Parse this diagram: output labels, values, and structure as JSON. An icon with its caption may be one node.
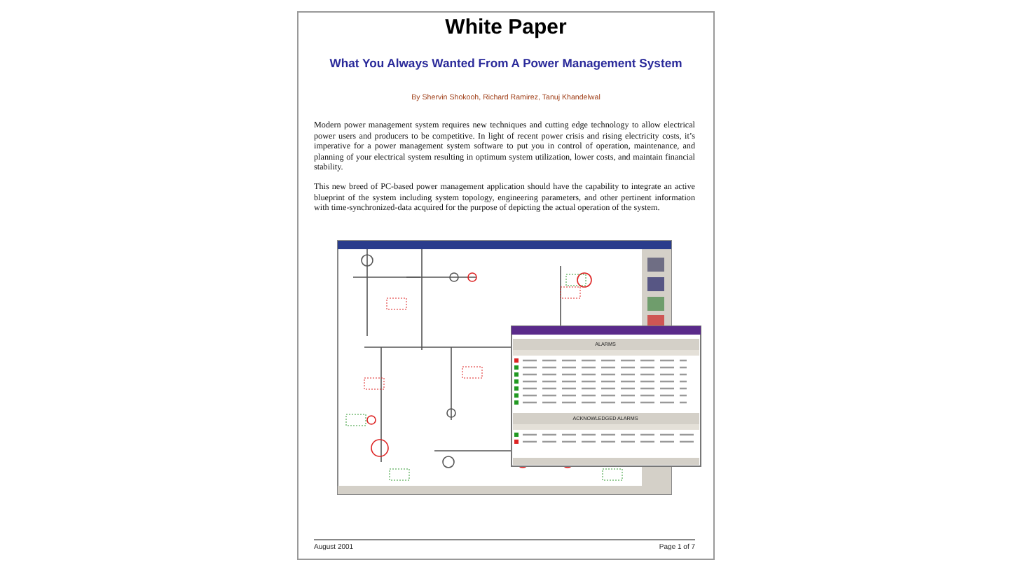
{
  "diagram": {
    "title": "White Paper",
    "labels": [
      "What You Always Wanted From A Power Management System",
      "By Shervin Shokooh, Richard Ramirez, Tanuj Khandelwal",
      "Modern power management system requires new techniques and cutting edge technology to allow electrical power users and producers to be competitive. In light of recent power crisis and rising electricity costs, it’s imperative for a power management system software to put you in control of operation, maintenance, and planning of your electrical system resulting in optimum system utilization, lower costs, and maintain financial stability.",
      "This new breed of PC-based power management application should have the capability to integrate an active blueprint of the system including system topology, engineering parameters, and other pertinent information with time-synchronized-data acquired for the purpose of depicting the actual operation of the system.",
      "ALARMS",
      "ACKNOWLEDGED ALARMS",
      "August 2001",
      "Page 1 of 7"
    ]
  }
}
